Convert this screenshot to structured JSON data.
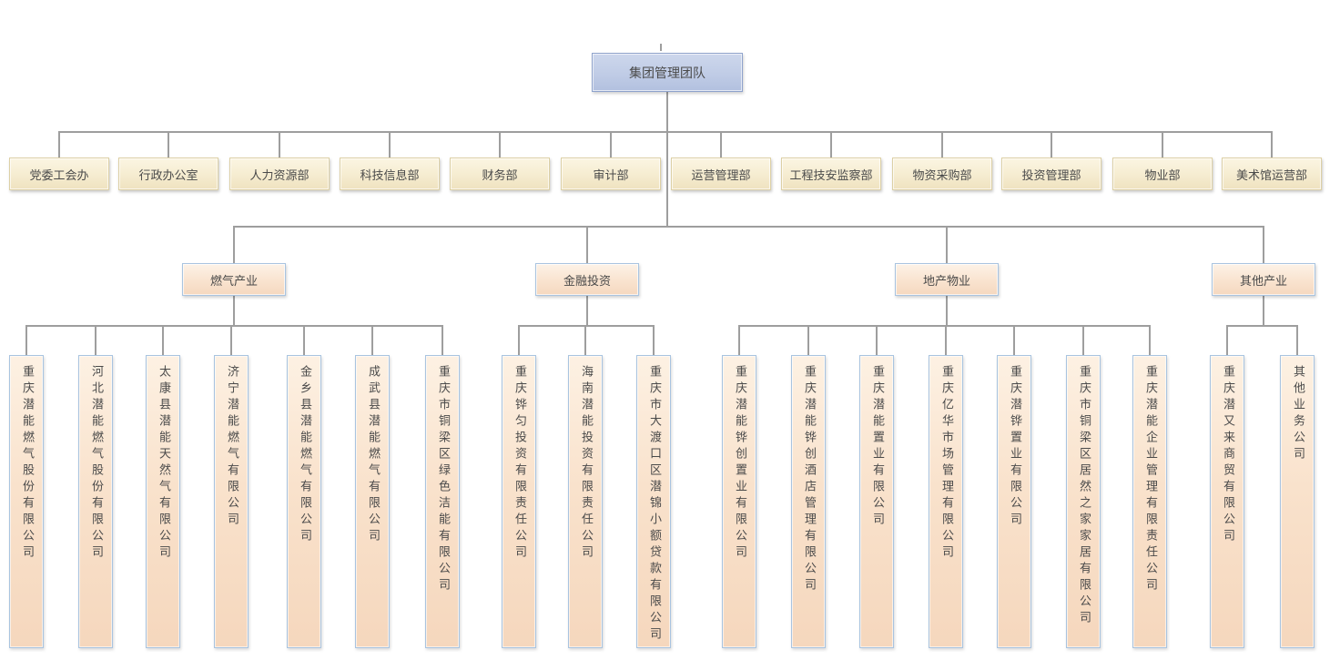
{
  "root": {
    "label": "集团管理团队"
  },
  "departments": [
    "党委工会办",
    "行政办公室",
    "人力资源部",
    "科技信息部",
    "财务部",
    "审计部",
    "运营管理部",
    "工程技安监察部",
    "物资采购部",
    "投资管理部",
    "物业部",
    "美术馆运营部"
  ],
  "groups": [
    {
      "label": "燃气产业",
      "companies": [
        "重庆潜能燃气股份有限公司",
        "河北潜能燃气股份有限公司",
        "太康县潜能天然气有限公司",
        "济宁潜能燃气有限公司",
        "金乡县潜能燃气有限公司",
        "成武县潜能燃气有限公司",
        "重庆市铜梁区绿色洁能有限公司"
      ]
    },
    {
      "label": "金融投资",
      "companies": [
        "重庆铧匀投资有限责任公司",
        "海南潜能投资有限责任公司",
        "重庆市大渡口区潜锦小额贷款有限公司"
      ]
    },
    {
      "label": "地产物业",
      "companies": [
        "重庆潜能铧创置业有限公司",
        "重庆潜能铧创酒店管理有限公司",
        "重庆潜能置业有限公司",
        "重庆亿华市场管理有限公司",
        "重庆潜铧置业有限公司",
        "重庆市铜梁区居然之家家居有限公司",
        "重庆潜能企业管理有限责任公司"
      ]
    },
    {
      "label": "其他产业",
      "companies": [
        "重庆潜又来商贸有限公司",
        "其他业务公司"
      ]
    }
  ],
  "colors": {
    "root_fill_top": "#cdd7ec",
    "root_fill_bottom": "#b2c0df",
    "root_border": "#8fa3cc",
    "dept_fill_top": "#fbf5e2",
    "dept_fill_bottom": "#efe2bf",
    "dept_border": "#ddd0a5",
    "company_fill_top": "#fdf1e3",
    "company_fill_bottom": "#f5d7bd",
    "company_border": "#a9c4e0",
    "connector": "#9e9e9e",
    "text": "#4a4a4a"
  }
}
